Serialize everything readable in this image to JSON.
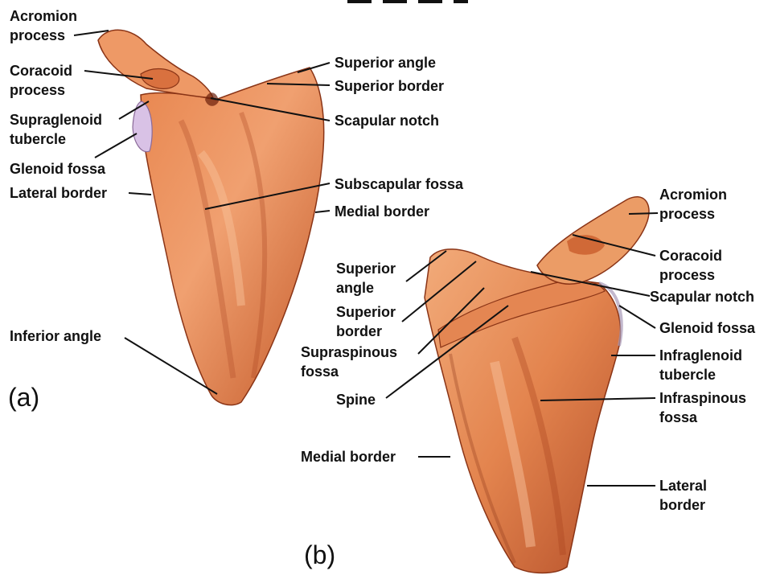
{
  "figure_a": {
    "panel_label": "(a)",
    "labels": {
      "acromion": [
        "Acromion",
        "process"
      ],
      "coracoid": [
        "Coracoid",
        "process"
      ],
      "supraglenoid": [
        "Supraglenoid",
        "tubercle"
      ],
      "glenoid": [
        "Glenoid fossa"
      ],
      "lateral_border": [
        "Lateral border"
      ],
      "inferior_angle": [
        "Inferior angle"
      ],
      "superior_angle": [
        "Superior angle"
      ],
      "superior_border": [
        "Superior border"
      ],
      "scapular_notch": [
        "Scapular notch"
      ],
      "subscapular_fossa": [
        "Subscapular fossa"
      ],
      "medial_border": [
        "Medial border"
      ]
    }
  },
  "figure_b": {
    "panel_label": "(b)",
    "labels": {
      "acromion": [
        "Acromion",
        "process"
      ],
      "coracoid": [
        "Coracoid",
        "process"
      ],
      "scapular_notch": [
        "Scapular notch"
      ],
      "glenoid": [
        "Glenoid fossa"
      ],
      "infraglenoid": [
        "Infraglenoid",
        "tubercle"
      ],
      "infraspinous": [
        "Infraspinous",
        "fossa"
      ],
      "lateral_border": [
        "Lateral",
        "border"
      ],
      "superior_angle": [
        "Superior",
        "angle"
      ],
      "superior_border": [
        "Superior",
        "border"
      ],
      "supraspinous": [
        "Supraspinous",
        "fossa"
      ],
      "spine": [
        "Spine"
      ],
      "medial_border": [
        "Medial border"
      ]
    }
  },
  "colors": {
    "bone_light": "#f0a070",
    "bone_mid": "#dd7a48",
    "bone_dark": "#a8421e",
    "bone_shadow": "#7c2810",
    "cartilage": "#d9c2e6",
    "leader_line": "#111111"
  }
}
